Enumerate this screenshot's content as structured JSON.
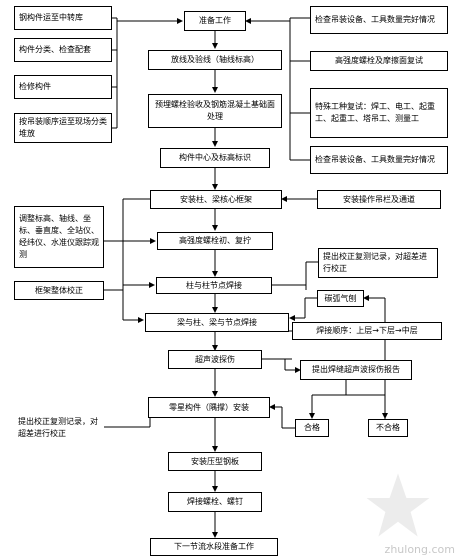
{
  "boxes": {
    "b_transport": "钢构件运至中转库",
    "b_classify": "构件分类、检查配套",
    "b_repair": "检修构件",
    "b_sequence": "按吊装顺序运至现场分类堆放",
    "b_prep": "准备工作",
    "b_lineout": "放线及验线（轴线标高）",
    "b_embedded": "预埋螺栓验收及钢筋混凝土基础面处理",
    "b_centerline": "构件中心及标高标识",
    "b_install_core": "安装柱、梁核心框架",
    "b_bolt_tighten": "高强度螺栓初、复拧",
    "b_col_weld": "柱与柱节点焊接",
    "b_beam_weld": "梁与柱、梁与节点焊接",
    "b_ultrasonic": "超声波探伤",
    "b_secondary": "零星构件（隅撑）安装",
    "b_decking": "安装压型钢板",
    "b_stud": "焊接螺栓、螺钉",
    "b_next": "下一节流水段准备工作",
    "r_check_equip1": "检查吊装设备、工具数量完好情况",
    "r_bolt_recheck": "高强度螺栓及摩擦面复试",
    "r_special": "特殊工种复试：焊工、电工、起重工、起重工、塔吊工、测量工",
    "r_check_equip2": "检查吊装设备、工具数量完好情况",
    "r_hoist_rail": "安装操作吊栏及通道",
    "r_correction_report": "提出校正复测记录，对超差进行校正",
    "r_carbon_arc": "碳弧气刨",
    "r_weld_order": "焊接顺序：上层→下层→中层",
    "r_ultra_report": "提出焊缝超声波探伤报告",
    "r_pass": "合格",
    "r_fail": "不合格",
    "l_adjust": "调整标高、轴线、坐标、垂直度、全站仪、经纬仪、水准仪跟踪观测",
    "l_frame_correct": "框架整体校正",
    "l_correction_report": "提出校正复测记录，对超差进行校正"
  },
  "watermark": "zhulong.com"
}
